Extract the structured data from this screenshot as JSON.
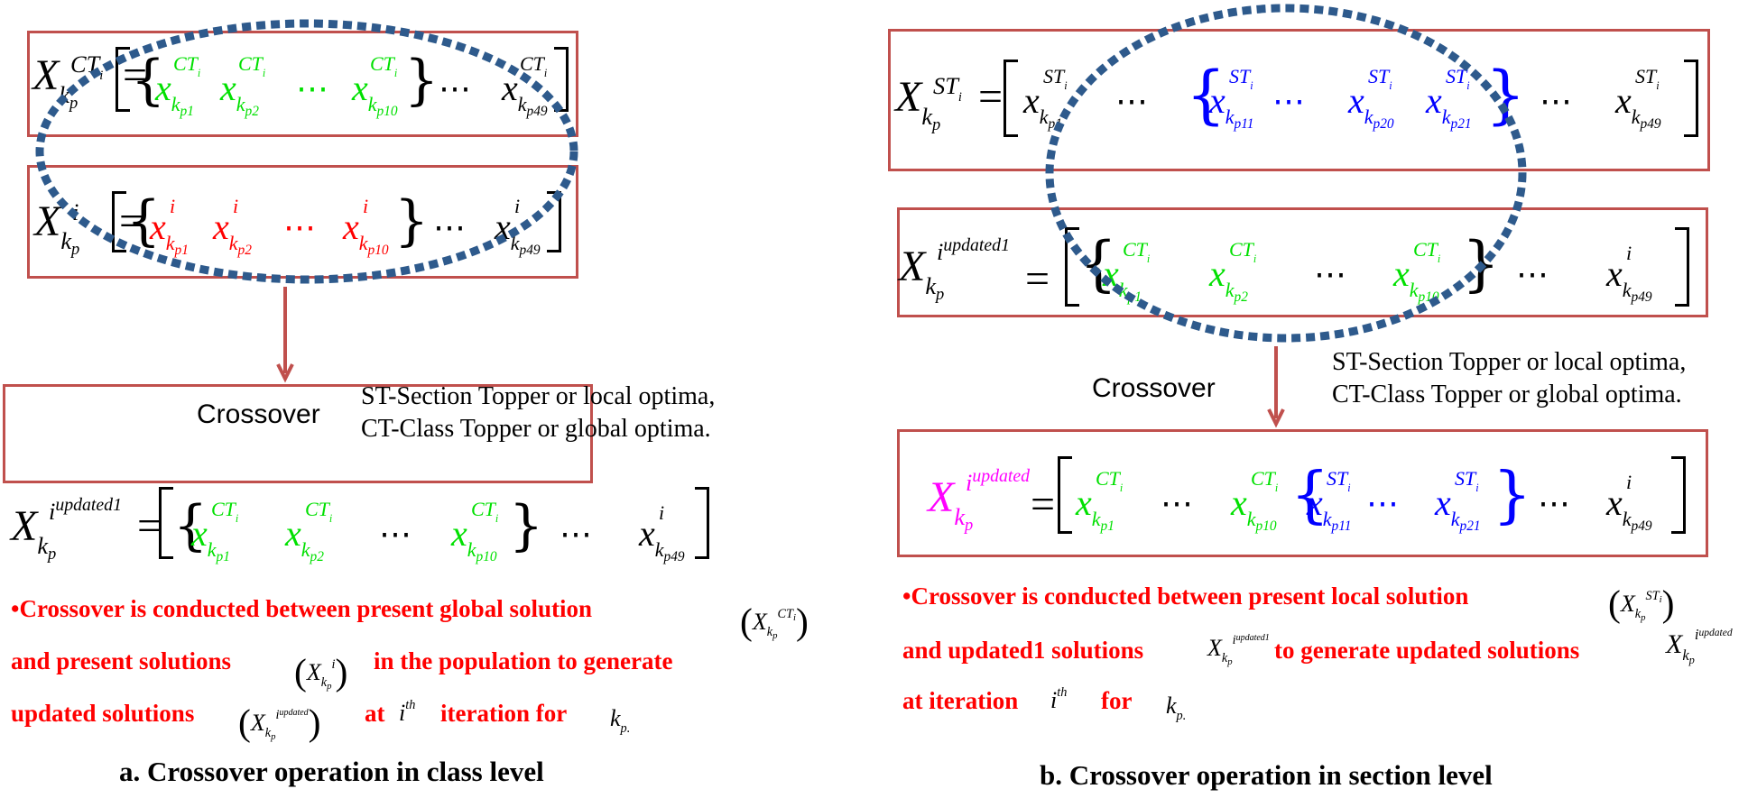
{
  "colors": {
    "box_border": "#c0504d",
    "ct": "#00e000",
    "present": "#ff0000",
    "st": "#0000ff",
    "updated": "#ff00ff",
    "ellipse": "#2e5a8c",
    "arrow": "#c0504d"
  },
  "panel_a": {
    "crossover_label": "Crossover",
    "note_line1": "ST-Section Topper or local optima,",
    "note_line2": "CT-Class Topper or global optima.",
    "desc_line1": "•Crossover is conducted between  present global solution",
    "desc_line2": " and present solutions",
    "desc_line2b": "in the population to generate",
    "desc_line3": "updated solutions",
    "desc_line3b": "at",
    "desc_line3c": "iteration for",
    "caption": "a. Crossover operation in class level"
  },
  "panel_b": {
    "crossover_label": "Crossover",
    "note_line1": "ST-Section Topper or local optima,",
    "note_line2": "CT-Class Topper or global optima.",
    "desc_line1": "•Crossover is conducted between  present local solution",
    "desc_line2": " and updated1 solutions",
    "desc_line2b": "to generate  updated solutions",
    "desc_line3": "at  iteration",
    "desc_line3b": "for",
    "caption": "b. Crossover operation in section level"
  },
  "math": {
    "X": "X",
    "x": "x",
    "k": "k",
    "p": "p",
    "i": "i",
    "CT": "CT",
    "ST": "ST",
    "updated": "updated",
    "updated1": "updated1",
    "eq": "=",
    "dots": "⋯",
    "lbrace": "{",
    "rbrace": "}",
    "p1": "p1",
    "p2": "p2",
    "p10": "p10",
    "p11": "p11",
    "p20": "p20",
    "p21": "p21",
    "p49": "p49",
    "th": "th",
    "kp_dot": "p."
  }
}
